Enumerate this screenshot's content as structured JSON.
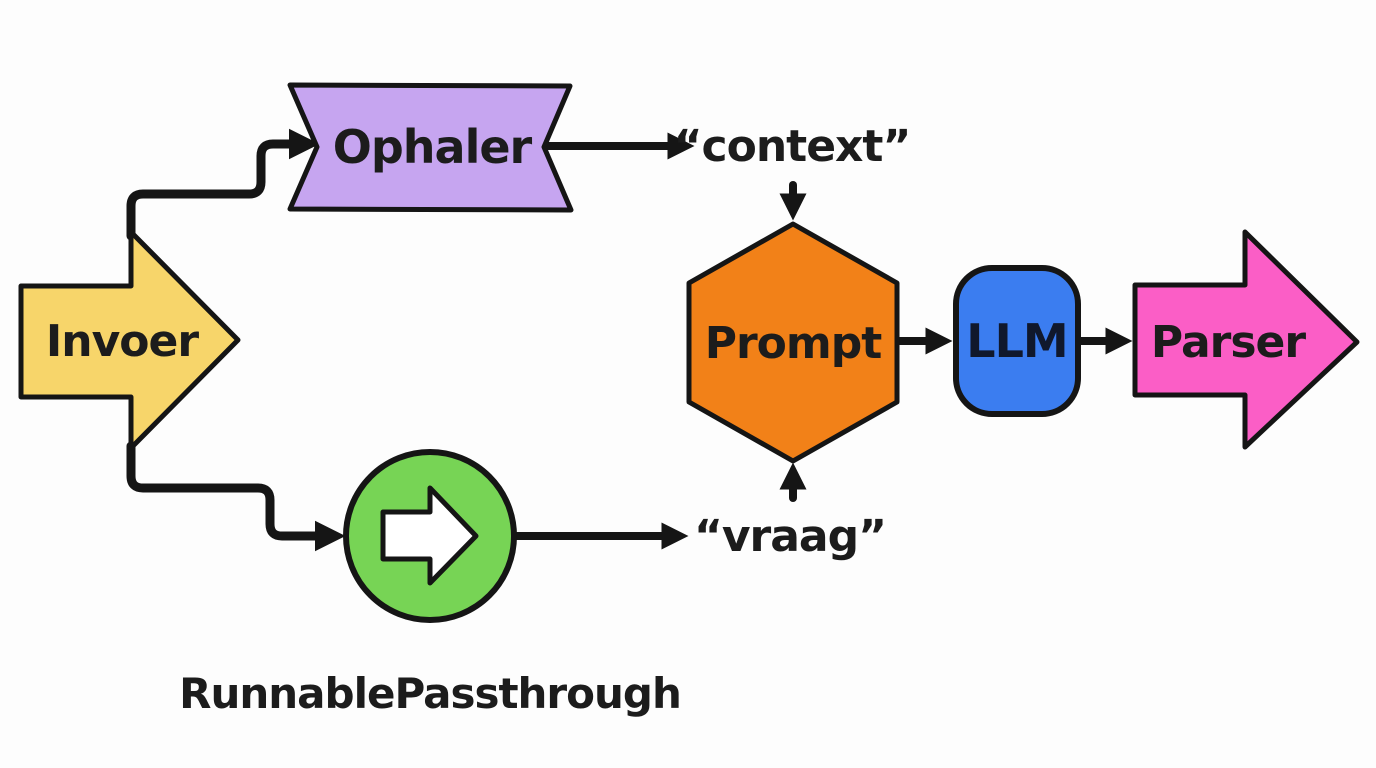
{
  "diagram": {
    "nodes": {
      "invoer": {
        "label": "Invoer",
        "shape": "right-arrow"
      },
      "ophaler": {
        "label": "Ophaler",
        "shape": "banner-ribbon"
      },
      "context": {
        "label": "“context”"
      },
      "passthrough": {
        "label": "RunnablePassthrough",
        "shape": "circle-with-arrow"
      },
      "vraag": {
        "label": "“vraag”"
      },
      "prompt": {
        "label": "Prompt",
        "shape": "hexagon"
      },
      "llm": {
        "label": "LLM",
        "shape": "rounded-square"
      },
      "parser": {
        "label": "Parser",
        "shape": "right-arrow"
      }
    },
    "edges": [
      {
        "from": "invoer",
        "to": "ophaler"
      },
      {
        "from": "invoer",
        "to": "passthrough"
      },
      {
        "from": "ophaler",
        "to": "context"
      },
      {
        "from": "passthrough",
        "to": "vraag"
      },
      {
        "from": "context",
        "to": "prompt"
      },
      {
        "from": "vraag",
        "to": "prompt"
      },
      {
        "from": "prompt",
        "to": "llm"
      },
      {
        "from": "llm",
        "to": "parser"
      }
    ],
    "colors": {
      "invoer_yellow": "#f7d56a",
      "ophaler_purple": "#c6a5f0",
      "prompt_orange": "#f28118",
      "llm_blue": "#3b7df0",
      "parser_pink": "#fb5ec6",
      "passthrough_green": "#77d455",
      "arrow_icon_white": "#ffffff",
      "stroke": "#151515",
      "text": "#1c1c1c",
      "background": "#fdfdfd"
    }
  }
}
